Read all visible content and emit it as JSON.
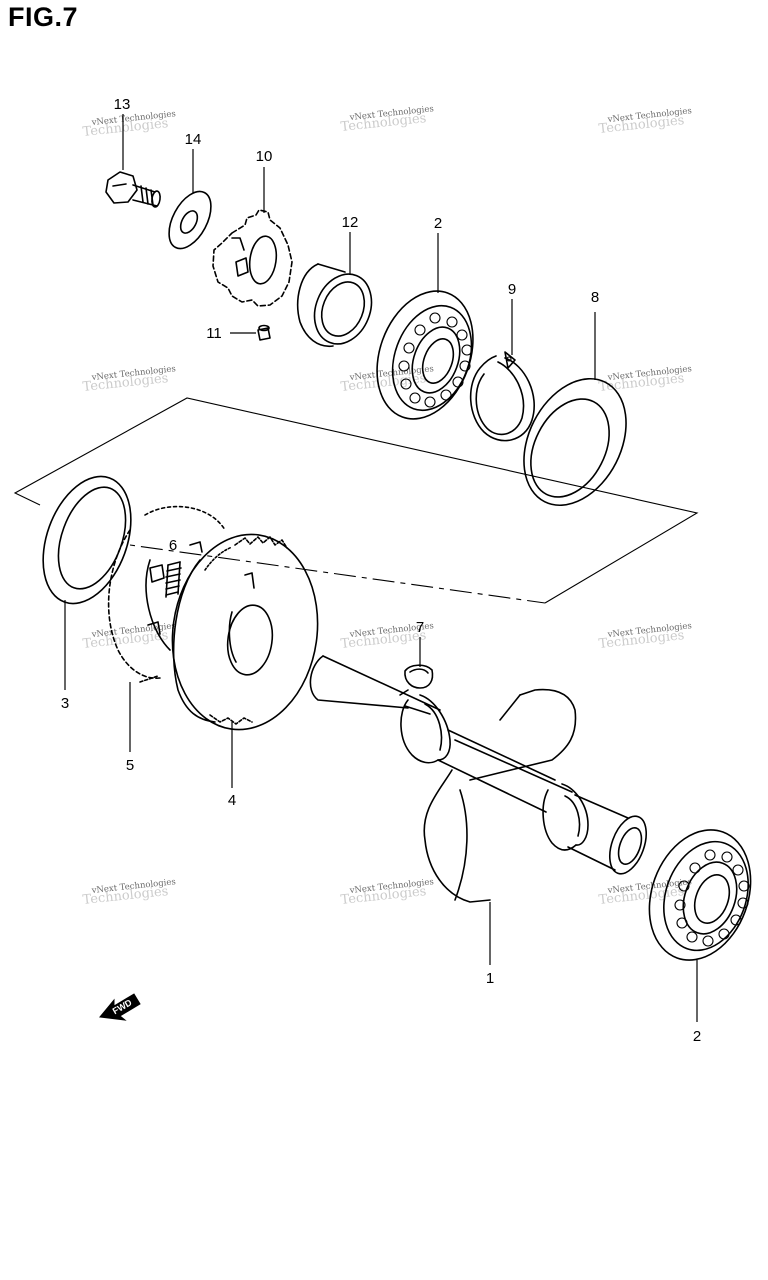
{
  "figure_title": "FIG.7",
  "watermark_text": "vNext Technologies",
  "watermark_bg": "Technologies",
  "direction_label": "FWD",
  "parts": {
    "p1": "1",
    "p2a": "2",
    "p2b": "2",
    "p3": "3",
    "p4": "4",
    "p5": "5",
    "p6": "6",
    "p7": "7",
    "p8": "8",
    "p9": "9",
    "p10": "10",
    "p11": "11",
    "p12": "12",
    "p13": "13",
    "p14": "14"
  }
}
